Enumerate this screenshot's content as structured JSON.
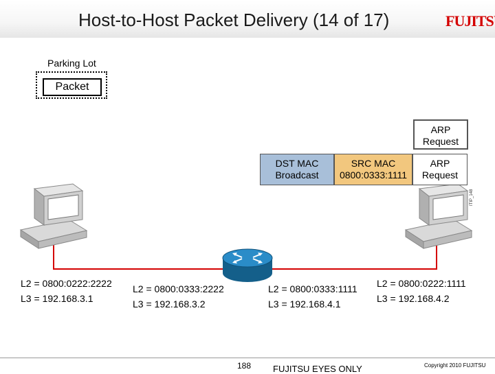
{
  "slide": {
    "title": "Host-to-Host Packet Delivery (14 of 17)",
    "logo_text": "FUJITSU"
  },
  "parking_lot": {
    "label": "Parking Lot",
    "packet": "Packet"
  },
  "frame": {
    "dst_mac_label": "DST MAC",
    "dst_mac_value": "Broadcast",
    "src_mac_label": "SRC MAC",
    "src_mac_value": "0800:0333:1111",
    "arp_label": "ARP",
    "arp_value": "Request"
  },
  "arp_top": {
    "label": "ARP",
    "value": "Request"
  },
  "side_code": "ITIP_148",
  "addresses": {
    "host_left": {
      "l2": "L2 = 0800:0222:2222",
      "l3": "L3 = 192.168.3.1"
    },
    "router_left": {
      "l2": "L2 = 0800:0333:2222",
      "l3": "L3 = 192.168.3.2"
    },
    "router_right": {
      "l2": "L2 = 0800:0333:1111",
      "l3": "L3 = 192.168.4.1"
    },
    "host_right": {
      "l2": "L2 = 0800:0222:1111",
      "l3": "L3 = 192.168.4.2"
    }
  },
  "footer": {
    "page_number": "188",
    "classification": "FUJITSU EYES ONLY",
    "copyright": "Copyright 2010 FUJITSU"
  },
  "colors": {
    "link": "#d40000",
    "dst_fill": "#a8bfd9",
    "src_fill": "#f2c77e",
    "router": "#1a7fb8",
    "logo": "#d40000"
  }
}
